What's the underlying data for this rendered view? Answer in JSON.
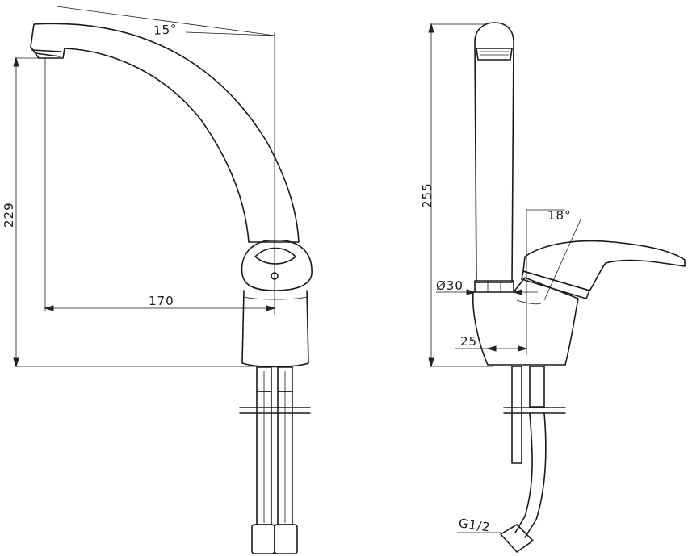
{
  "front_view": {
    "angle_label": "15°",
    "height_label": "229",
    "reach_label": "170"
  },
  "side_view": {
    "height_label": "255",
    "angle_label": "18°",
    "diameter_label": "Ø30",
    "offset_label": "25",
    "thread_label": "G1/2"
  },
  "colors": {
    "line": "#1a1a1a",
    "background": "#ffffff"
  }
}
